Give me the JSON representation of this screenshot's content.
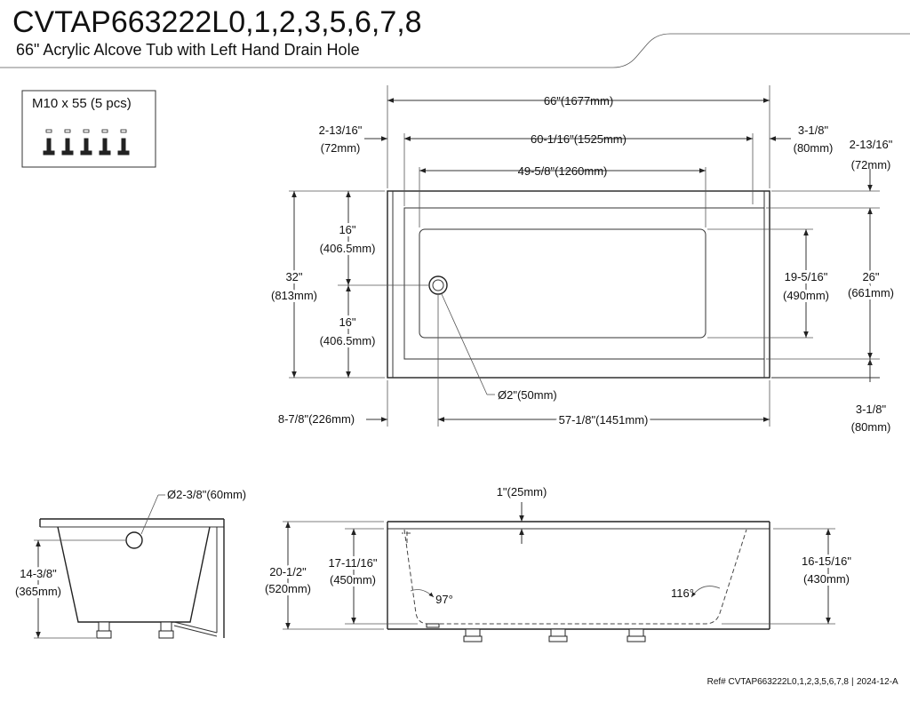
{
  "header": {
    "model": "CVTAP663222L0,1,2,3,5,6,7,8",
    "description": "66\" Acrylic Alcove Tub with Left Hand Drain Hole"
  },
  "hardware": {
    "label": "M10 x 55 (5 pcs)",
    "icon": "bolt-icon",
    "count": 5
  },
  "top_view": {
    "overall_length": "66\"(1677mm)",
    "inner_length": "60-1/16\"(1525mm)",
    "floor_length": "49-5/8\"(1260mm)",
    "left_rim_in": "2-13/16\"",
    "left_rim_mm": "(72mm)",
    "right_rim_in": "3-1/8\"",
    "right_rim_mm": "(80mm)",
    "top_rim_in": "2-13/16\"",
    "top_rim_mm": "(72mm)",
    "bottom_rim_in": "3-1/8\"",
    "bottom_rim_mm": "(80mm)",
    "width_in": "32\"",
    "width_mm": "(813mm)",
    "half_upper_in": "16\"",
    "half_upper_mm": "(406.5mm)",
    "half_lower_in": "16\"",
    "half_lower_mm": "(406.5mm)",
    "floor_width_in": "19-5/16\"",
    "floor_width_mm": "(490mm)",
    "inner_width_in": "26\"",
    "inner_width_mm": "(661mm)",
    "drain_diameter": "Ø2\"(50mm)",
    "drain_offset": "8-7/8\"(226mm)",
    "drain_to_end": "57-1/8\"(1451mm)"
  },
  "end_view": {
    "overflow_diameter": "Ø2-3/8\"(60mm)",
    "overflow_height_in": "14-3/8\"",
    "overflow_height_mm": "(365mm)"
  },
  "side_view": {
    "rim_thickness": "1\"(25mm)",
    "total_height_in": "20-1/2\"",
    "total_height_mm": "(520mm)",
    "inner_depth_in": "17-11/16\"",
    "inner_depth_mm": "(450mm)",
    "water_depth_in": "16-15/16\"",
    "water_depth_mm": "(430mm)",
    "angle_left": "97°",
    "angle_right": "116°"
  },
  "footer": {
    "ref": "Ref# CVTAP663222L0,1,2,3,5,6,7,8",
    "date": "2024-12-A"
  }
}
